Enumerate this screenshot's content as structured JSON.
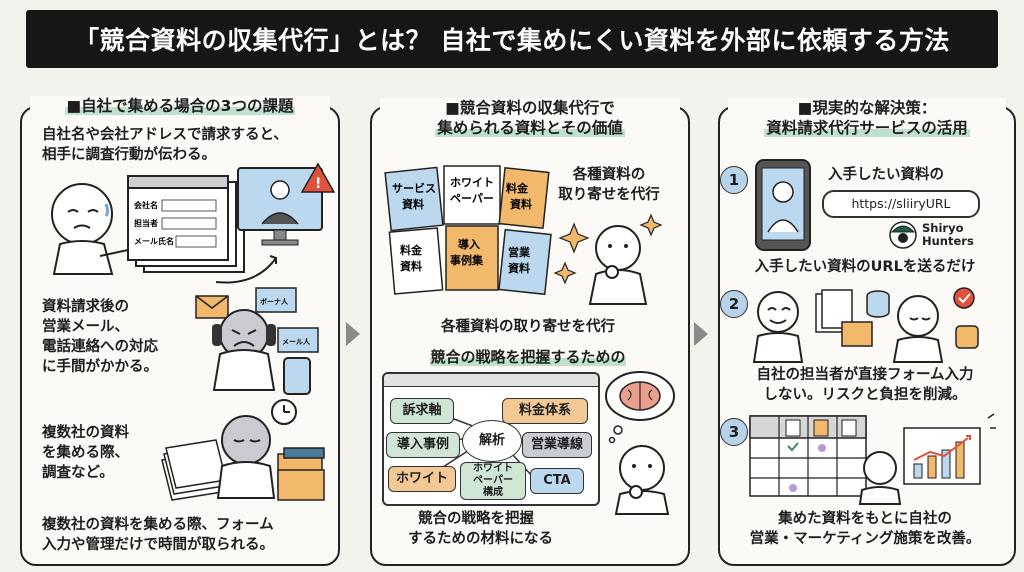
{
  "title": "「競合資料の収集代行」とは？ 自社で集めにくい資料を外部に依頼する方法",
  "panel1": {
    "heading": "■自社で集める場合の3つの課題",
    "issue1_line1": "自社名や会社アドレスで請求すると、",
    "issue1_line2": "相手に調査行動が伝わる。",
    "form_label1": "会社名",
    "form_label2": "担当者",
    "form_label3": "メール氏名",
    "issue2_line1": "資料請求後の",
    "issue2_line2": "営業メール、",
    "issue2_line3": "電話連絡への対応",
    "issue2_line4": "に手間がかかる。",
    "mail_tag1": "ボーナ人",
    "mail_tag2": "メール人",
    "issue3_line1": "複数社の資料",
    "issue3_line2": "を集める際、",
    "issue3_line3": "調査など。",
    "bottom_line1": "複数社の資料を集める際、フォーム",
    "bottom_line2": "入力や管理だけで時間が取られる。"
  },
  "panel2": {
    "heading_line1": "■競合資料の収集代行で",
    "heading_line2": "集められる資料とその価値",
    "docs": [
      {
        "l1": "サービス",
        "l2": "資料"
      },
      {
        "l1": "ホワイト",
        "l2": "ペーパー"
      },
      {
        "l1": "料金",
        "l2": "資料"
      },
      {
        "l1": "料金",
        "l2": "資料"
      },
      {
        "l1": "導入",
        "l2": "事例集"
      },
      {
        "l1": "営業",
        "l2": "資料"
      }
    ],
    "side_line1": "各種資料の",
    "side_line2": "取り寄せを代行",
    "caption": "各種資料の取り寄せを代行",
    "heading2": "競合の戦略を把握するための",
    "nodes": {
      "appeal": "訴求軸",
      "pricing": "料金体系",
      "analysis": "解析",
      "cases": "導入事例",
      "sales_flow": "営業導線",
      "white": "ホワイト",
      "wp_l1": "ホワイト",
      "wp_l2": "ペーパー",
      "wp_l3": "構成",
      "cta": "CTA"
    },
    "bottom_line1": "競合の戦略を把握",
    "bottom_line2": "するための材料になる"
  },
  "panel3": {
    "heading_line1": "■現実的な解決策：",
    "heading_line2": "資料請求代行サービスの活用",
    "step1_num": "1",
    "step1_top": "入手したい資料の",
    "url": "https://sliiryURL",
    "logo_l1": "Shiryo",
    "logo_l2": "Hunters",
    "step1_caption": "入手したい資料のURLを送るだけ",
    "step2_num": "2",
    "step2_line1": "自社の担当者が直接フォーム入力",
    "step2_line2": "しない。リスクと負担を削減。",
    "step3_num": "3",
    "step3_line1": "集めた資料をもとに自社の",
    "step3_line2": "営業・マーケティング施策を改善。"
  },
  "colors": {
    "accent_green": "#bfe0cc",
    "accent_blue": "#b7d3ea",
    "accent_orange": "#f2b86b",
    "alert_red": "#e0523c"
  }
}
